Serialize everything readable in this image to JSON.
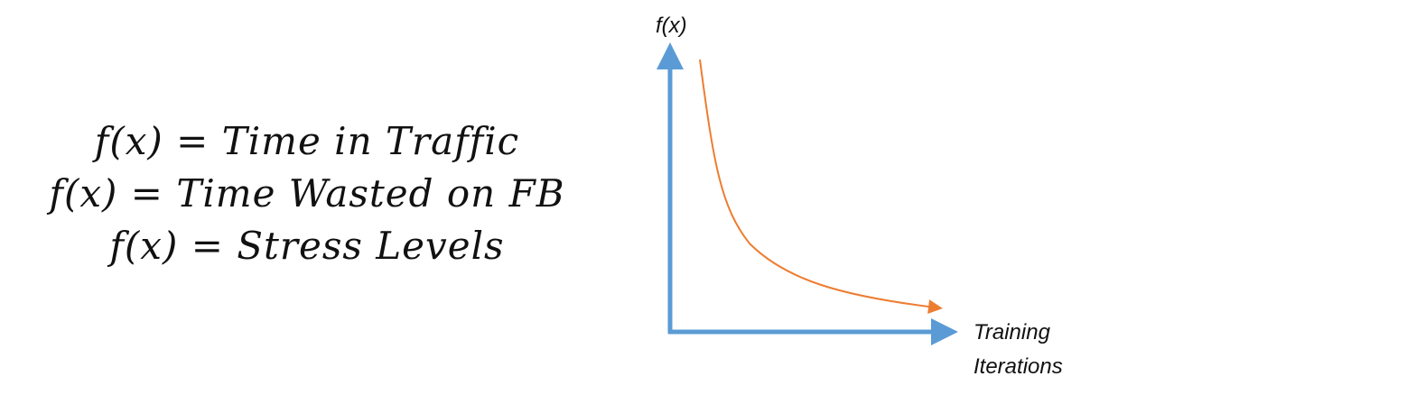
{
  "equations": [
    "f(x) = Time in Traffic",
    "f(x) = Time Wasted on FB",
    "f(x) = Stress Levels"
  ],
  "axes": {
    "y_label": "f(x)",
    "x_label_line1": "Training",
    "x_label_line2": "Iterations"
  },
  "colors": {
    "axis": "#5b9bd5",
    "curve": "#ed7d31",
    "text": "#111111"
  }
}
